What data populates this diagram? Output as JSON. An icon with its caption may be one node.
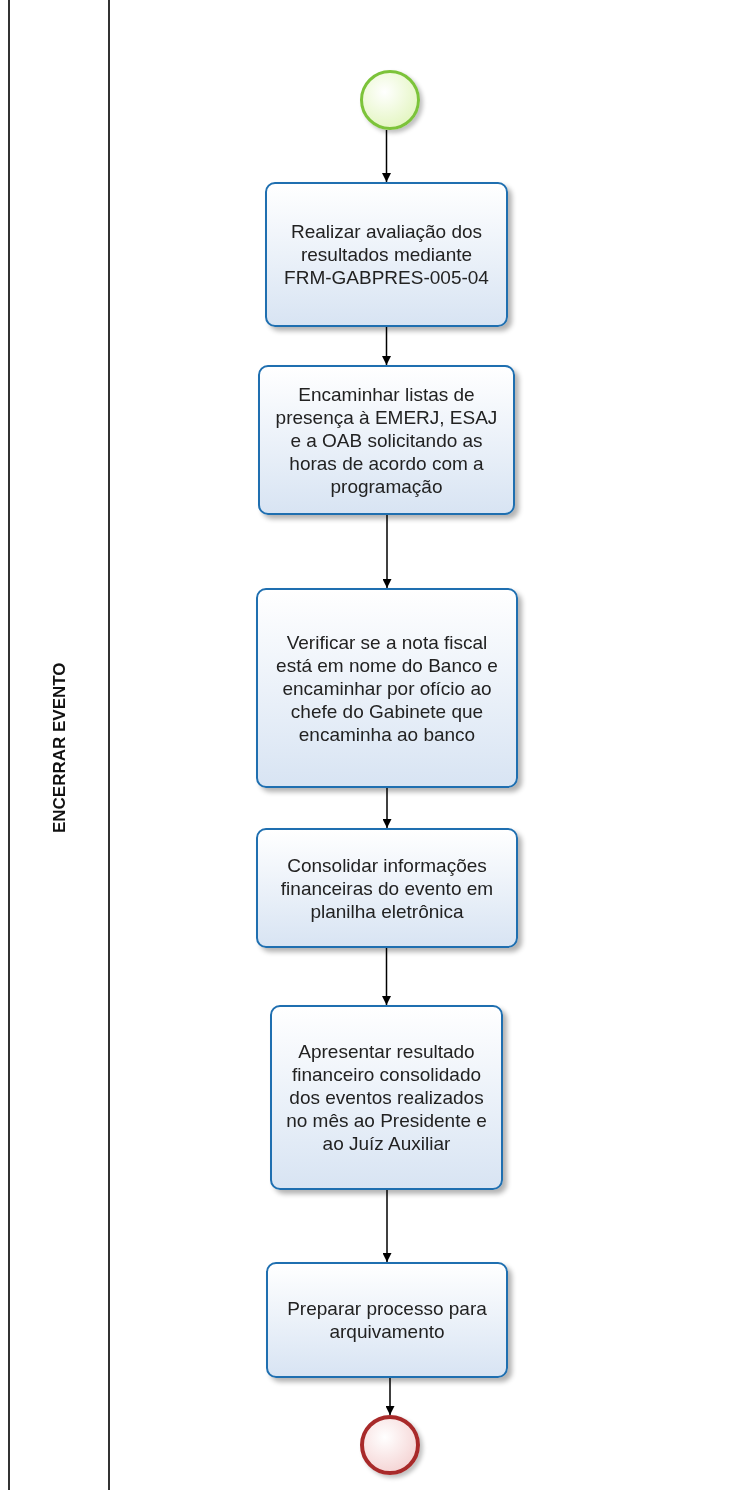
{
  "diagram": {
    "nodes": [
      {
        "text": [
          "ENCERRAR EVENTO"
        ]
      },
      {
        "text": [],
        "shape": "circle",
        "in": 0
      },
      {
        "text": [
          "Realizar avaliação dos resultados mediante FRM-GABPRES-005-04"
        ],
        "in": 0
      },
      {
        "text": [
          "Encaminhar listas de presença à EMERJ, ESAJ e a OAB solicitando as horas de acordo com a programação"
        ],
        "in": 0
      },
      {
        "text": [
          "Verificar se a nota fiscal está em nome do Banco e encaminhar por ofício ao chefe do Gabinete que encaminha ao banco"
        ],
        "in": 0
      },
      {
        "text": [
          "Consolidar informações financeiras do evento em planilha eletrônica"
        ],
        "in": 0
      },
      {
        "text": [
          "Apresentar resultado financeiro consolidado dos eventos realizados no mês ao Presidente e ao Juíz Auxiliar"
        ],
        "in": 0
      },
      {
        "text": [
          "Preparar processo para arquivamento"
        ],
        "in": 0
      },
      {
        "text": [],
        "shape": "circle",
        "in": 0
      }
    ],
    "edges": [
      {
        "from": 1,
        "to": 2,
        "arrow": "to"
      },
      {
        "from": 2,
        "to": 3,
        "arrow": "to"
      },
      {
        "from": 3,
        "to": 4,
        "arrow": "to"
      },
      {
        "from": 4,
        "to": 5,
        "arrow": "to"
      },
      {
        "from": 5,
        "to": 6,
        "arrow": "to"
      },
      {
        "from": 6,
        "to": 7,
        "arrow": "to"
      },
      {
        "from": 7,
        "to": 8,
        "arrow": "to"
      }
    ]
  }
}
